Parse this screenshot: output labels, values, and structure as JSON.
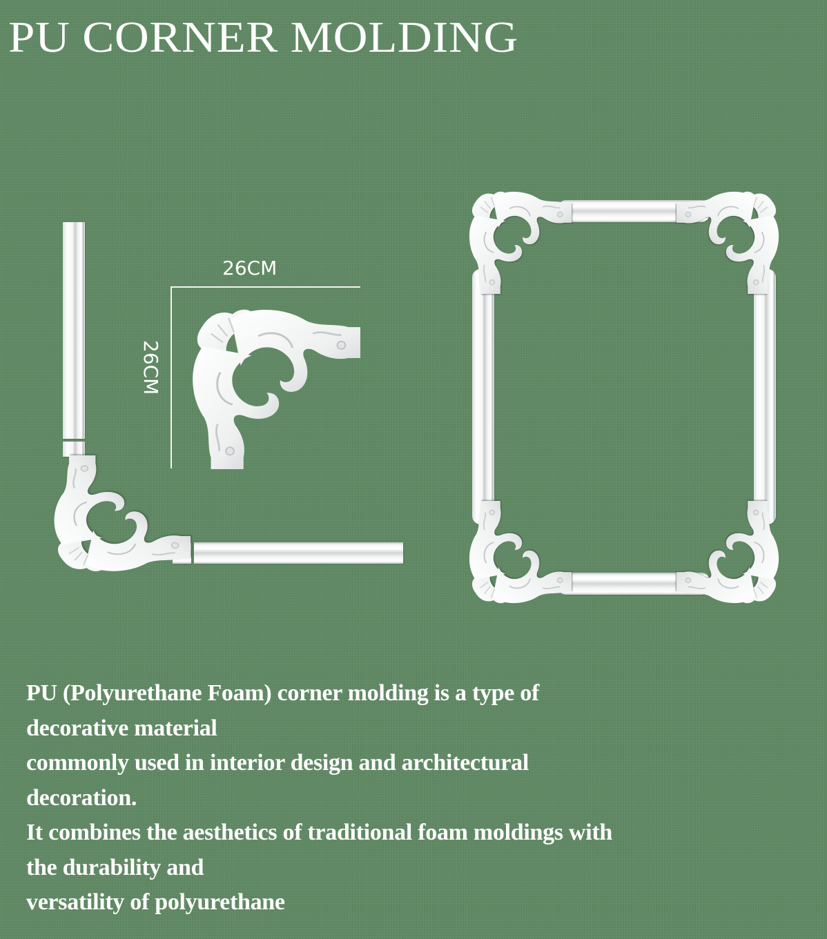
{
  "header": {
    "title": "PU CORNER MOLDING"
  },
  "diagram": {
    "width_label": "26CM",
    "height_label": "26CM",
    "pieces": {
      "corner_piece": "ornamental-corner-icon",
      "straight_bar": "straight-molding-bar",
      "assembled_frame": "assembled-frame-illustration"
    }
  },
  "description": {
    "lines": [
      "PU (Polyurethane Foam) corner molding is a type of",
      "decorative material",
      "commonly used in interior design and architectural",
      "decoration.",
      "It combines the aesthetics of traditional foam moldings with",
      "the durability and",
      "versatility of polyurethane"
    ]
  },
  "colors": {
    "background": "#5f8863",
    "text": "#ffffff",
    "molding": "#f2f3f3"
  }
}
